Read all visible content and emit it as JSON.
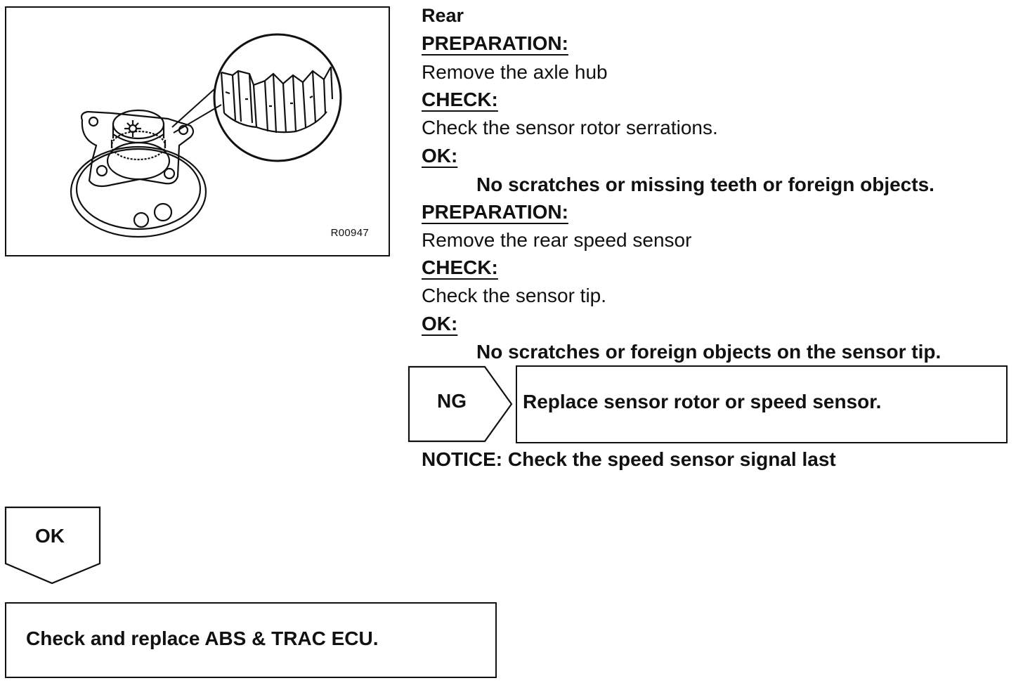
{
  "figure": {
    "id": "R00947",
    "illustration": "rear-axle-hub-sensor-rotor"
  },
  "procedure": {
    "section": "Rear",
    "step1": {
      "preparation_label": "PREPARATION:",
      "preparation_text": "Remove the axle hub",
      "check_label": "CHECK:",
      "check_text": "Check the sensor rotor serrations.",
      "ok_label": "OK:",
      "ok_text": "No scratches or missing teeth or foreign objects."
    },
    "step2": {
      "preparation_label": "PREPARATION:",
      "preparation_text": "Remove the rear speed sensor",
      "check_label": "CHECK:",
      "check_text": "Check the sensor tip.",
      "ok_label": "OK:",
      "ok_text": "No scratches or foreign objects on the sensor tip."
    }
  },
  "ng_branch": {
    "label": "NG",
    "action": "Replace sensor rotor or speed sensor."
  },
  "notice": "NOTICE: Check the speed sensor signal last",
  "ok_branch": {
    "label": "OK",
    "action": "Check and replace ABS & TRAC ECU."
  }
}
